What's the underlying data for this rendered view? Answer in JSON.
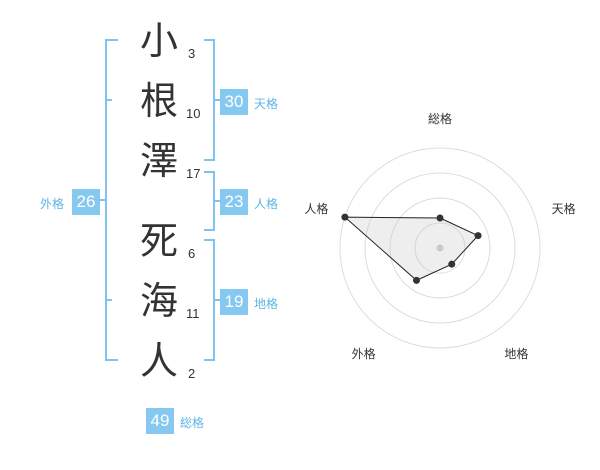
{
  "name": {
    "chars": [
      {
        "char": "小",
        "strokes": "3"
      },
      {
        "char": "根",
        "strokes": "10"
      },
      {
        "char": "澤",
        "strokes": "17"
      },
      {
        "char": "死",
        "strokes": "6"
      },
      {
        "char": "海",
        "strokes": "11"
      },
      {
        "char": "人",
        "strokes": "2"
      }
    ]
  },
  "kaku": {
    "tenkaku": {
      "value": "30",
      "label": "天格"
    },
    "jinkaku": {
      "value": "23",
      "label": "人格"
    },
    "chikaku": {
      "value": "19",
      "label": "地格"
    },
    "gaikaku": {
      "value": "26",
      "label": "外格"
    },
    "soukaku": {
      "value": "49",
      "label": "総格"
    }
  },
  "colors": {
    "accent": "#85c9f0",
    "bracket": "#7fc4ee",
    "label": "#5fb3e8"
  },
  "chart_data": {
    "type": "radar",
    "axes": [
      "総格",
      "天格",
      "地格",
      "外格",
      "人格"
    ],
    "values": [
      0.3,
      0.4,
      0.2,
      0.4,
      1.0
    ],
    "range": [
      0,
      1
    ],
    "rings": 4
  }
}
